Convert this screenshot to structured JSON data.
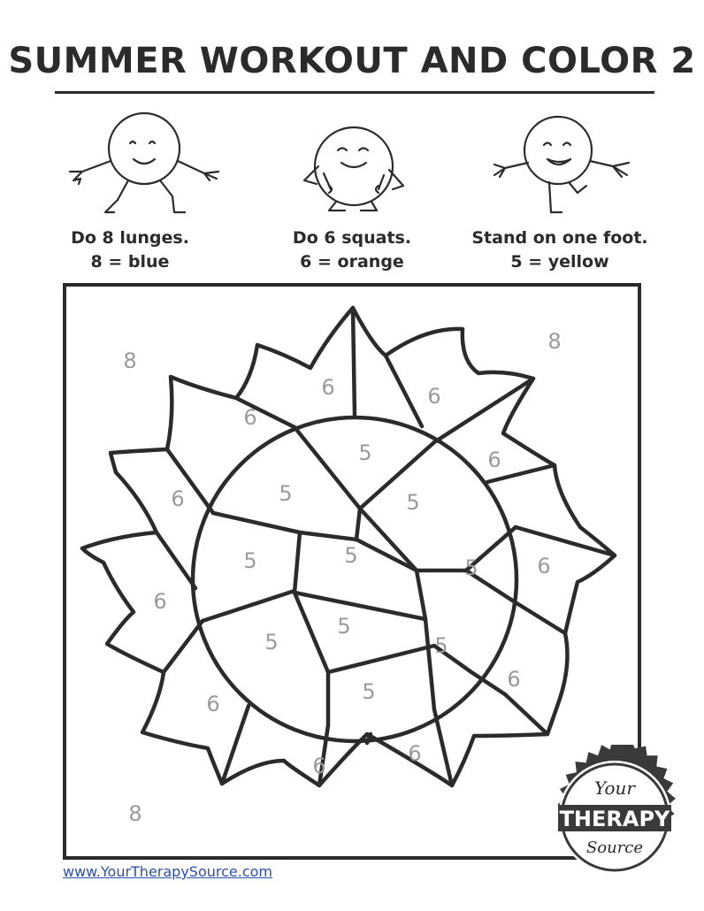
{
  "worksheet": {
    "title": "SUMMER WORKOUT AND COLOR 2",
    "exercises": [
      {
        "action": "Do 8 lunges.",
        "key": "8 = blue",
        "icon": "lunge-figure-icon"
      },
      {
        "action": "Do 6 squats.",
        "key": "6 = orange",
        "icon": "squat-figure-icon"
      },
      {
        "action": "Stand on one foot.",
        "key": "5 = yellow",
        "icon": "one-foot-figure-icon"
      }
    ],
    "region_numbers": {
      "eight": "8",
      "six": "6",
      "five": "5"
    },
    "footer_url": "www.YourTherapySource.com",
    "badge": {
      "line1": "Your",
      "line2": "THERAPY",
      "line3": "Source"
    }
  }
}
